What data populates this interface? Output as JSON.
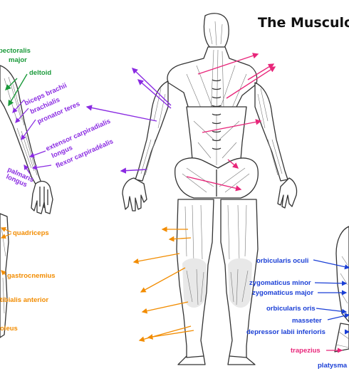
{
  "title": "The Musculo",
  "colors": {
    "green": "#1a9a3a",
    "purple": "#8a2be2",
    "orange": "#f28c00",
    "magenta": "#e8267a",
    "blue": "#1a3fd6"
  },
  "labels": {
    "pectoralis_major_1": "pectoralis",
    "pectoralis_major_2": "major",
    "deltoid": "deltoid",
    "biceps_brachii": "biceps brachii",
    "brachialis": "brachialis",
    "pronator_teres": "pronator teres",
    "extensor_carpi_1": "extensor carpiradialis",
    "extensor_carpi_2": "longus",
    "flexor_carpi": "flexor carpiradéalis",
    "palmaris_1": "palmaris",
    "palmaris_2": "longus",
    "quadriceps": "quadriceps",
    "gastrocnemius": "gastrocnemius",
    "tibialis_anterior": "tibialis anterior",
    "soleus": "oleus",
    "orbicularis_oculi": "orbicularis oculi",
    "zygomaticus_minor": "zygomaticus minor",
    "zygomaticus_major": "zygomaticus major",
    "orbicularis_oris": "orbicularis oris",
    "masseter": "masseter",
    "depressor_labii": "depressor labii inferioris",
    "trapezius": "trapezius",
    "platysma": "platysma"
  }
}
